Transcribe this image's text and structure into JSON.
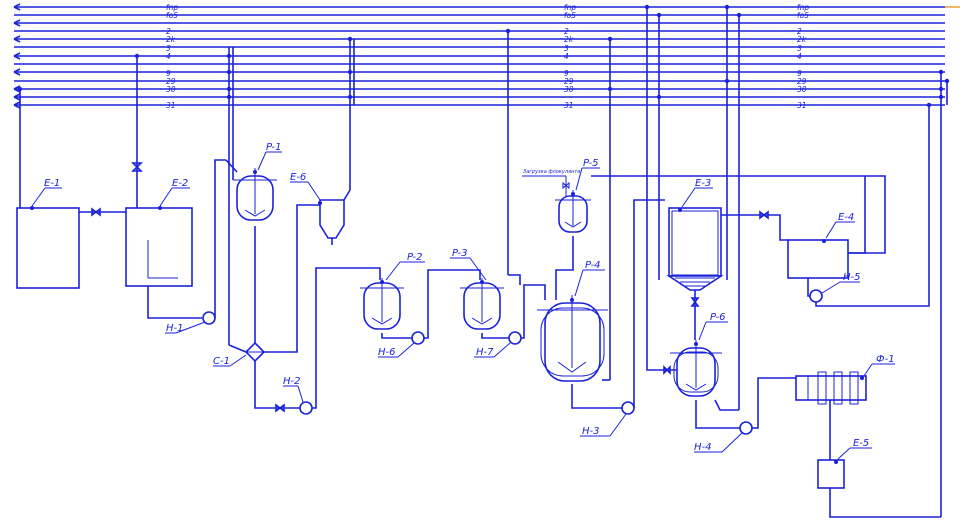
{
  "diagram": {
    "line_labels": [
      "fnp",
      "fo5",
      "2",
      "2k",
      "3",
      "4",
      "9",
      "29",
      "30",
      "31"
    ],
    "equipment": {
      "E1": "E-1",
      "E2": "E-2",
      "E3": "E-3",
      "E4": "E-4",
      "E5": "E-5",
      "E6": "E-6",
      "P1": "P-1",
      "P2": "P-2",
      "P3": "P-3",
      "P4": "P-4",
      "P5": "P-5",
      "P6": "P-6",
      "H1": "H-1",
      "H2": "H-2",
      "H3": "H-3",
      "H4": "H-4",
      "H5": "H-5",
      "H6": "H-6",
      "H7": "H-7",
      "C1": "C-1",
      "F1": "Ф-1"
    },
    "note_p5": "Загрузка флокулянта"
  }
}
